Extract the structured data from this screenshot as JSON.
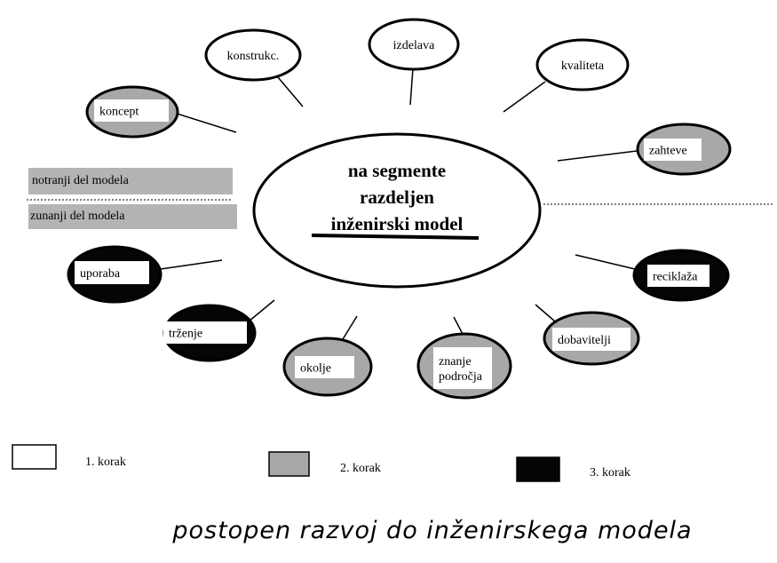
{
  "center": {
    "lines": [
      "na segmente",
      "razdeljen",
      "inženirski model"
    ]
  },
  "bands": {
    "inner": "notranji del modela",
    "outer": "zunanji del modela"
  },
  "nodes": [
    {
      "id": "koncept",
      "label": [
        "koncept"
      ],
      "step": 2
    },
    {
      "id": "konstrukc",
      "label": [
        "konstrukc."
      ],
      "step": 1
    },
    {
      "id": "izdelava",
      "label": [
        "izdelava"
      ],
      "step": 1
    },
    {
      "id": "kvaliteta",
      "label": [
        "kvaliteta"
      ],
      "step": 1
    },
    {
      "id": "zahteve",
      "label": [
        "zahteve"
      ],
      "step": 2
    },
    {
      "id": "reciklaza",
      "label": [
        "reciklaža"
      ],
      "step": 3
    },
    {
      "id": "dobavitelji",
      "label": [
        "dobavitelji"
      ],
      "step": 2
    },
    {
      "id": "znanje",
      "label": [
        "znanje",
        "področja"
      ],
      "step": 2
    },
    {
      "id": "okolje",
      "label": [
        "okolje"
      ],
      "step": 2
    },
    {
      "id": "trzenje",
      "label": [
        "trženje"
      ],
      "step": 3
    },
    {
      "id": "uporaba",
      "label": [
        "uporaba"
      ],
      "step": 3
    }
  ],
  "legend": [
    {
      "label": "1. korak",
      "color": "#ffffff"
    },
    {
      "label": "2. korak",
      "color": "#a8a8a8"
    },
    {
      "label": "3. korak",
      "color": "#050505"
    }
  ],
  "caption": "postopen razvoj do inženirskega modela",
  "colors": {
    "step1": "#ffffff",
    "step2": "#a8a8a8",
    "step3": "#050505",
    "band": "#b4b4b4"
  }
}
